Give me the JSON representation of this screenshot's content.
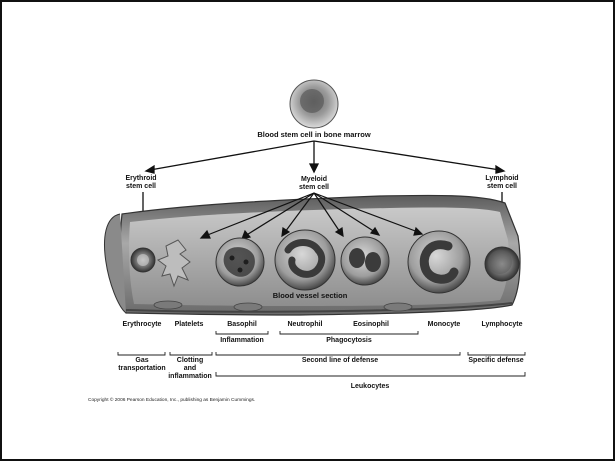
{
  "title": "Blood stem cell in bone marrow",
  "lineages": {
    "erythroid": [
      "Erythroid",
      "stem cell"
    ],
    "myeloid": [
      "Myeloid",
      "stem cell"
    ],
    "lymphoid": [
      "Lymphoid",
      "stem cell"
    ]
  },
  "vessel_label": "Blood vessel section",
  "cells": {
    "erythrocyte": "Erythrocyte",
    "platelets": "Platelets",
    "basophil": "Basophil",
    "neutrophil": "Neutrophil",
    "eosinophil": "Eosinophil",
    "monocyte": "Monocyte",
    "lymphocyte": "Lymphocyte"
  },
  "roles": {
    "inflammation": "Inflammation",
    "phagocytosis": "Phagocytosis"
  },
  "functions": {
    "gas": [
      "Gas",
      "transportation"
    ],
    "clotting": [
      "Clotting",
      "and",
      "inflammation"
    ],
    "second_line": "Second line of defense",
    "specific": "Specific defense"
  },
  "group_label": "Leukocytes",
  "copyright": "Copyright © 2006 Pearson Education, Inc., publishing as Benjamin Cummings."
}
